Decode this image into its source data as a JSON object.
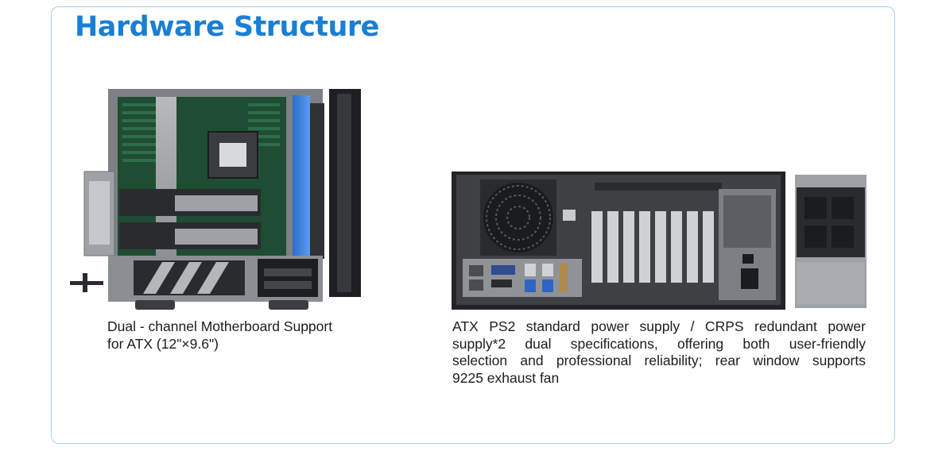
{
  "header": {
    "title": "Hardware Structure"
  },
  "features": [
    {
      "image": "chassis-side-interior",
      "caption_lines": [
        "Dual - channel Motherboard Support",
        "for ATX (12\"×9.6\")"
      ]
    },
    {
      "image": "chassis-rear-panel",
      "caption_lines": [
        "ATX PS2 standard power supply / CRPS redundant power",
        "supply*2 dual specifications, offering both user-friendly",
        "selection and professional reliability; rear window supports",
        "9225 exhaust fan"
      ]
    }
  ],
  "colors": {
    "accent": "#1a7fd4",
    "border": "#a9cfe6",
    "text": "#1c1c1c"
  }
}
